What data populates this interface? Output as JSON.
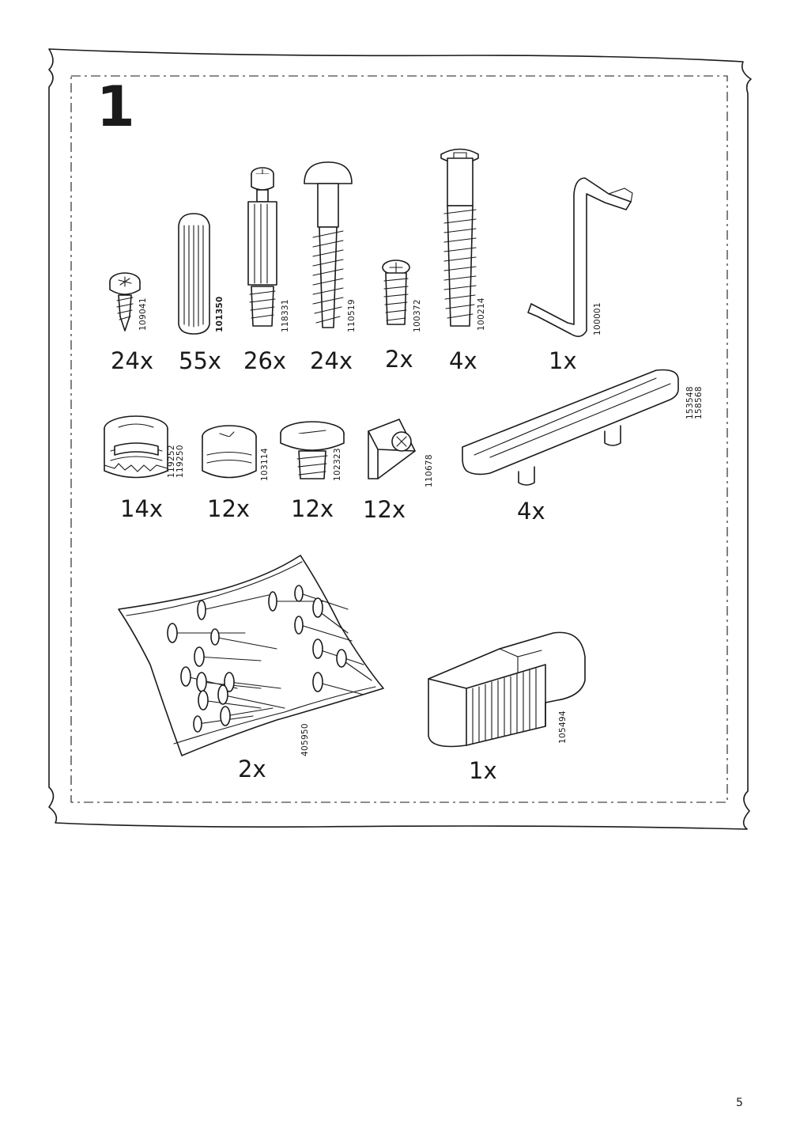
{
  "step": {
    "number": "1"
  },
  "parts": [
    {
      "name": "screw-small",
      "code": [
        "109041"
      ],
      "quantity": "24x"
    },
    {
      "name": "wooden-dowel",
      "code": [
        "101350"
      ],
      "quantity": "55x"
    },
    {
      "name": "cam-bolt",
      "code": [
        "118331"
      ],
      "quantity": "26x"
    },
    {
      "name": "round-head-dowel",
      "code": [
        "110519"
      ],
      "quantity": "24x"
    },
    {
      "name": "short-screw",
      "code": [
        "100372"
      ],
      "quantity": "2x"
    },
    {
      "name": "long-bolt",
      "code": [
        "100214"
      ],
      "quantity": "4x"
    },
    {
      "name": "allen-key",
      "code": [
        "100001"
      ],
      "quantity": "1x"
    },
    {
      "name": "cam-lock",
      "code": [
        "119252",
        "119250"
      ],
      "quantity": "14x"
    },
    {
      "name": "cam-lock-small",
      "code": [
        "103114"
      ],
      "quantity": "12x"
    },
    {
      "name": "flat-head-screw",
      "code": [
        "102323"
      ],
      "quantity": "12x"
    },
    {
      "name": "corner-bracket",
      "code": [
        "110678"
      ],
      "quantity": "12x"
    },
    {
      "name": "handle",
      "code": [
        "153548",
        "158568"
      ],
      "quantity": "4x"
    },
    {
      "name": "nail-bag",
      "code": [
        "405950"
      ],
      "quantity": "2x"
    },
    {
      "name": "clip-holder",
      "code": [
        "105494"
      ],
      "quantity": "1x"
    }
  ],
  "page": {
    "number": "5"
  }
}
